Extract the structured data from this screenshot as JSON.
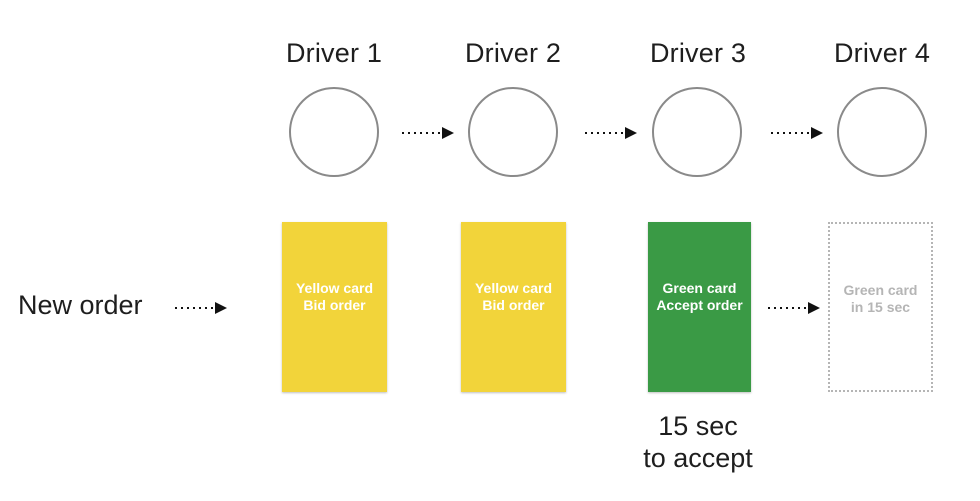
{
  "drivers": [
    {
      "label": "Driver 1"
    },
    {
      "label": "Driver 2"
    },
    {
      "label": "Driver 3"
    },
    {
      "label": "Driver 4"
    }
  ],
  "new_order": {
    "label": "New order"
  },
  "cards": [
    {
      "line1": "Yellow card",
      "line2": "Bid order",
      "color": "#f2d43a",
      "style": "solid"
    },
    {
      "line1": "Yellow card",
      "line2": "Bid order",
      "color": "#f2d43a",
      "style": "solid"
    },
    {
      "line1": "Green card",
      "line2": "Accept order",
      "color": "#3a9a45",
      "style": "solid"
    },
    {
      "line1": "Green card",
      "line2": "in 15 sec",
      "color": "#b5b5b5",
      "style": "dotted-outline"
    }
  ],
  "timer_note": {
    "line1": "15 sec",
    "line2": "to accept"
  },
  "colors": {
    "circle_stroke": "#8a8a8a",
    "arrow": "#111111",
    "text": "#1e1e1e"
  }
}
